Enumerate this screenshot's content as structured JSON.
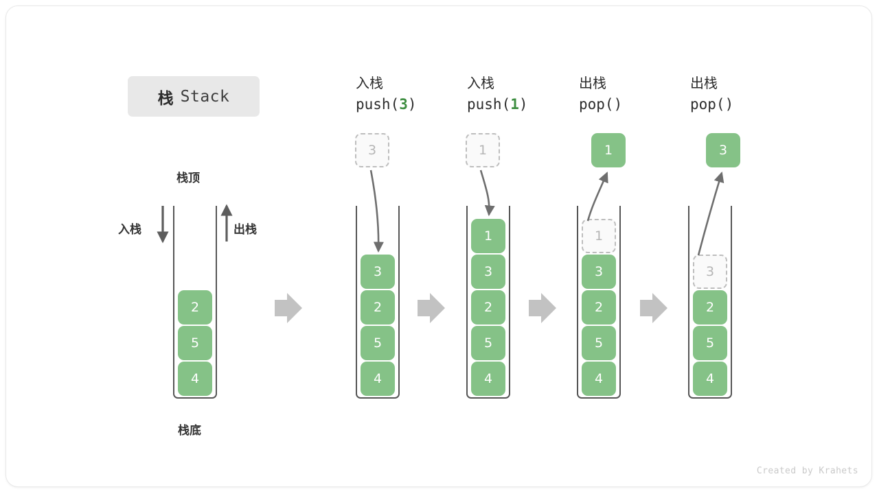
{
  "title": {
    "cn": "栈",
    "en": "Stack"
  },
  "labels": {
    "top": "栈顶",
    "bottom": "栈底",
    "push_side": "入栈",
    "pop_side": "出栈"
  },
  "credit": "Created by Krahets",
  "colors": {
    "element": "#85c287",
    "ghost_border": "#bdbdbd",
    "accent_text": "#3e8e41",
    "arrow": "#6e6e6e",
    "step_arrow": "#c2c2c2",
    "container": "#555555",
    "badge_bg": "#e8e8e8"
  },
  "columns": [
    {
      "id": "initial",
      "op_cn": "",
      "op_code_prefix": "",
      "op_code_arg": "",
      "op_code_suffix": "",
      "stack": [
        "4",
        "5",
        "2"
      ],
      "float": null
    },
    {
      "id": "push-3",
      "op_cn": "入栈",
      "op_code_prefix": "push(",
      "op_code_arg": "3",
      "op_code_suffix": ")",
      "stack": [
        "4",
        "5",
        "2",
        "3"
      ],
      "float": {
        "value": "3",
        "style": "ghost"
      }
    },
    {
      "id": "push-1",
      "op_cn": "入栈",
      "op_code_prefix": "push(",
      "op_code_arg": "1",
      "op_code_suffix": ")",
      "stack": [
        "4",
        "5",
        "2",
        "3",
        "1"
      ],
      "float": {
        "value": "1",
        "style": "ghost"
      }
    },
    {
      "id": "pop-1",
      "op_cn": "出栈",
      "op_code_prefix": "pop(",
      "op_code_arg": "",
      "op_code_suffix": ")",
      "stack": [
        "4",
        "5",
        "2",
        "3",
        "1"
      ],
      "ghost_index": 4,
      "float": {
        "value": "1",
        "style": "filled"
      }
    },
    {
      "id": "pop-3",
      "op_cn": "出栈",
      "op_code_prefix": "pop(",
      "op_code_arg": "",
      "op_code_suffix": ")",
      "stack": [
        "4",
        "5",
        "2",
        "3",
        ""
      ],
      "ghost_index": 3,
      "float": {
        "value": "3",
        "style": "filled"
      }
    }
  ]
}
